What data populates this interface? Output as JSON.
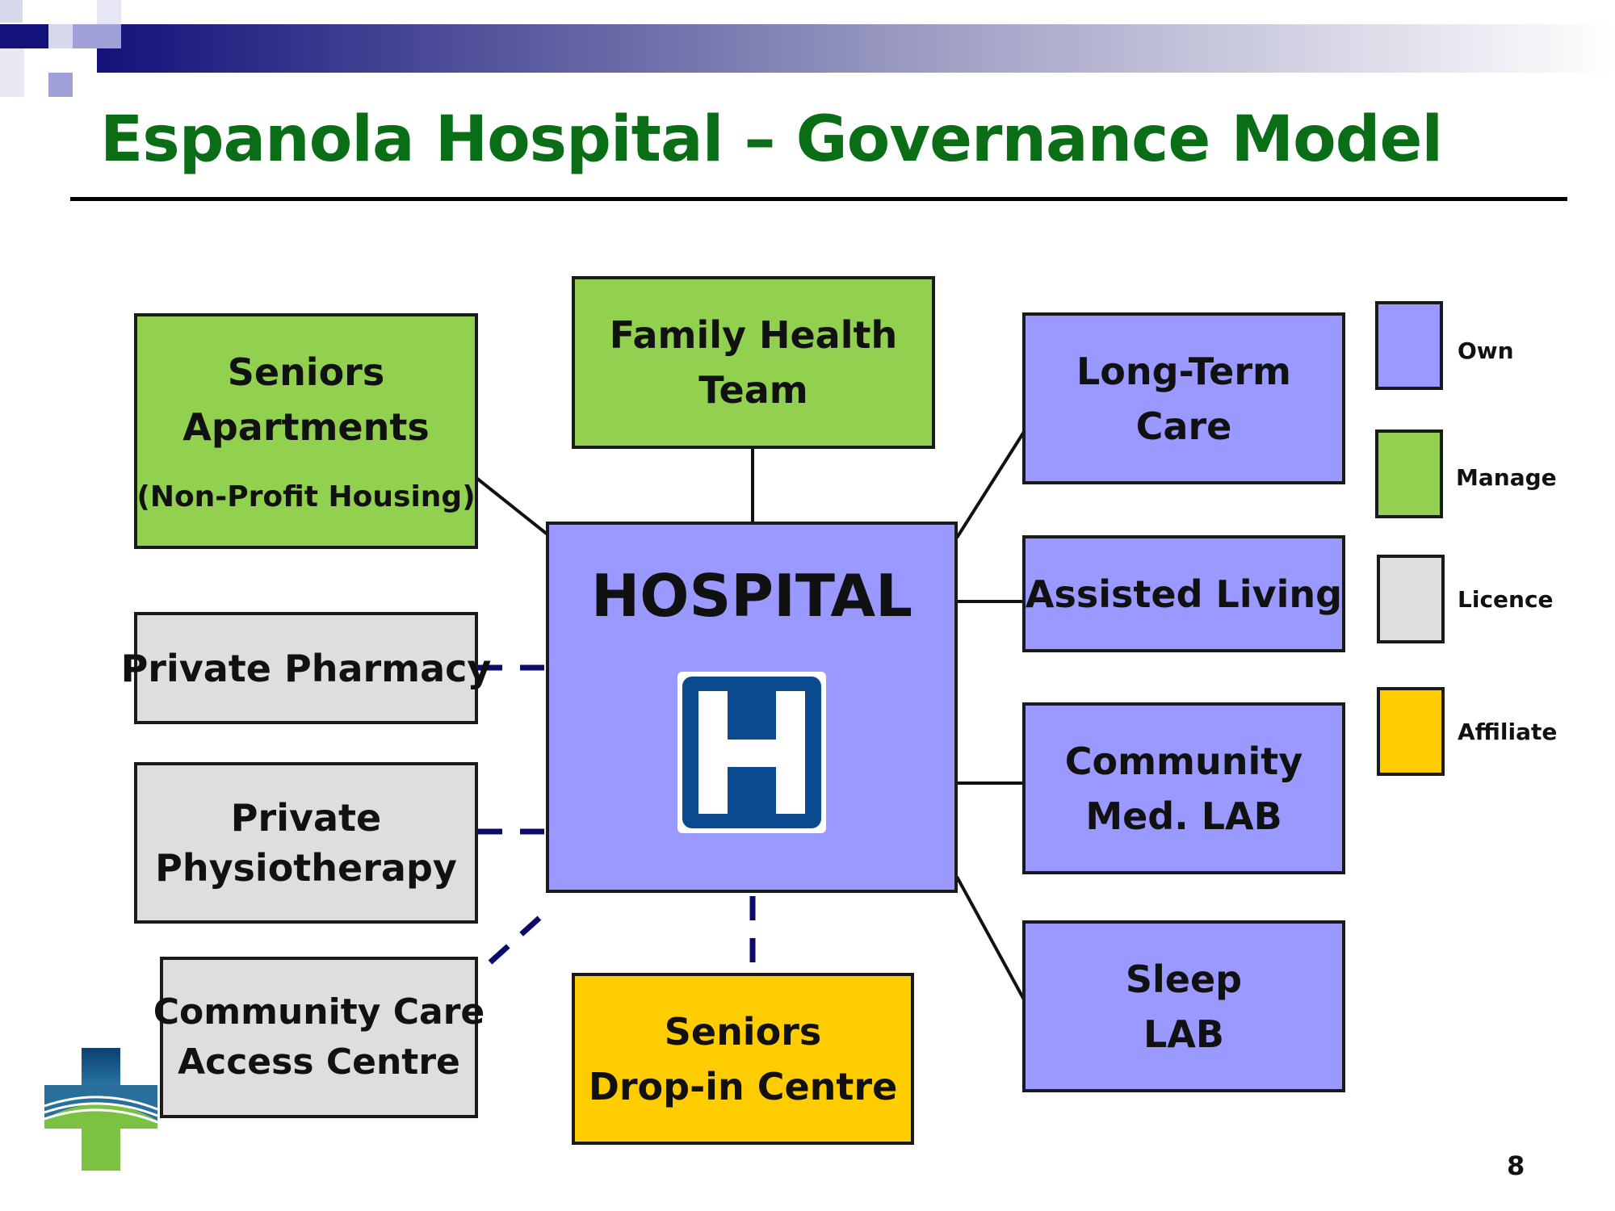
{
  "header": {
    "title": "Espanola Hospital – Governance Model",
    "gradient_start": "#1a1a7a",
    "gradient_end": "#ffffff"
  },
  "colors": {
    "own": "#9999ff",
    "manage": "#92d050",
    "licence": "#dedede",
    "affiliate": "#ffcc00",
    "title_green": "#0a6e16",
    "dashed_line": "#0b0b6e"
  },
  "hospital": {
    "title": "HOSPITAL",
    "icon": "hospital-h-icon"
  },
  "boxes": {
    "seniors_apartments": {
      "line1": "Seniors",
      "line2": "Apartments",
      "sub": "(Non-Profit Housing)"
    },
    "family_health_team": {
      "line1": "Family Health",
      "line2": "Team"
    },
    "private_pharmacy": {
      "line1": "Private Pharmacy"
    },
    "private_physiotherapy": {
      "line1": "Private",
      "line2": "Physiotherapy"
    },
    "community_care": {
      "line1": "Community Care",
      "line2": "Access Centre"
    },
    "seniors_dropin": {
      "line1": "Seniors",
      "line2": "Drop-in Centre"
    },
    "long_term_care": {
      "line1": "Long-Term",
      "line2": "Care"
    },
    "assisted_living": {
      "line1": "Assisted Living"
    },
    "community_lab": {
      "line1": "Community",
      "line2": "Med. LAB"
    },
    "sleep_lab": {
      "line1": "Sleep",
      "line2": "LAB"
    }
  },
  "legend": {
    "own": "Own",
    "manage": "Manage",
    "licence": "Licence",
    "affiliate": "Affiliate"
  },
  "footer": {
    "page_number": "8",
    "logo": "espanola-cross-logo-icon"
  }
}
